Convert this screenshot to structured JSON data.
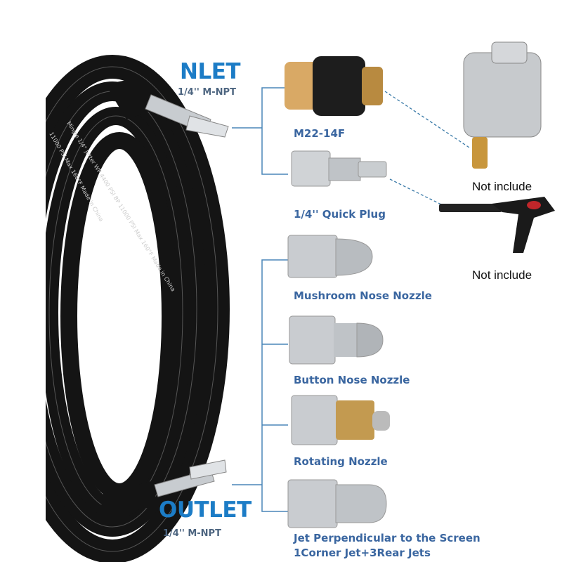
{
  "inlet": {
    "title": "NLET",
    "spec": "1/4'' M-NPT"
  },
  "outlet": {
    "title": "OUTLET",
    "spec": "1/4'' M-NPT"
  },
  "hose_print": {
    "line1": "Mingle 1/4\" Jetter WP 4400 PSI BP 11000 PSI Max 160°F Made in China",
    "line2": "11000 PSI Max 160°F Made in China"
  },
  "items": [
    {
      "label": "M22-14F"
    },
    {
      "label": "1/4'' Quick Plug"
    },
    {
      "label": "Mushroom Nose Nozzle"
    },
    {
      "label": "Button Nose Nozzle"
    },
    {
      "label": "Rotating Nozzle"
    },
    {
      "label": "Jet Perpendicular to the Screen",
      "label2": "1Corner Jet+3Rear Jets"
    }
  ],
  "not_included": [
    "Not include",
    "Not include"
  ],
  "colors": {
    "accent": "#1c7cc6",
    "label": "#3a66a0",
    "bracket": "#4a86b8",
    "hose": "#111111"
  }
}
